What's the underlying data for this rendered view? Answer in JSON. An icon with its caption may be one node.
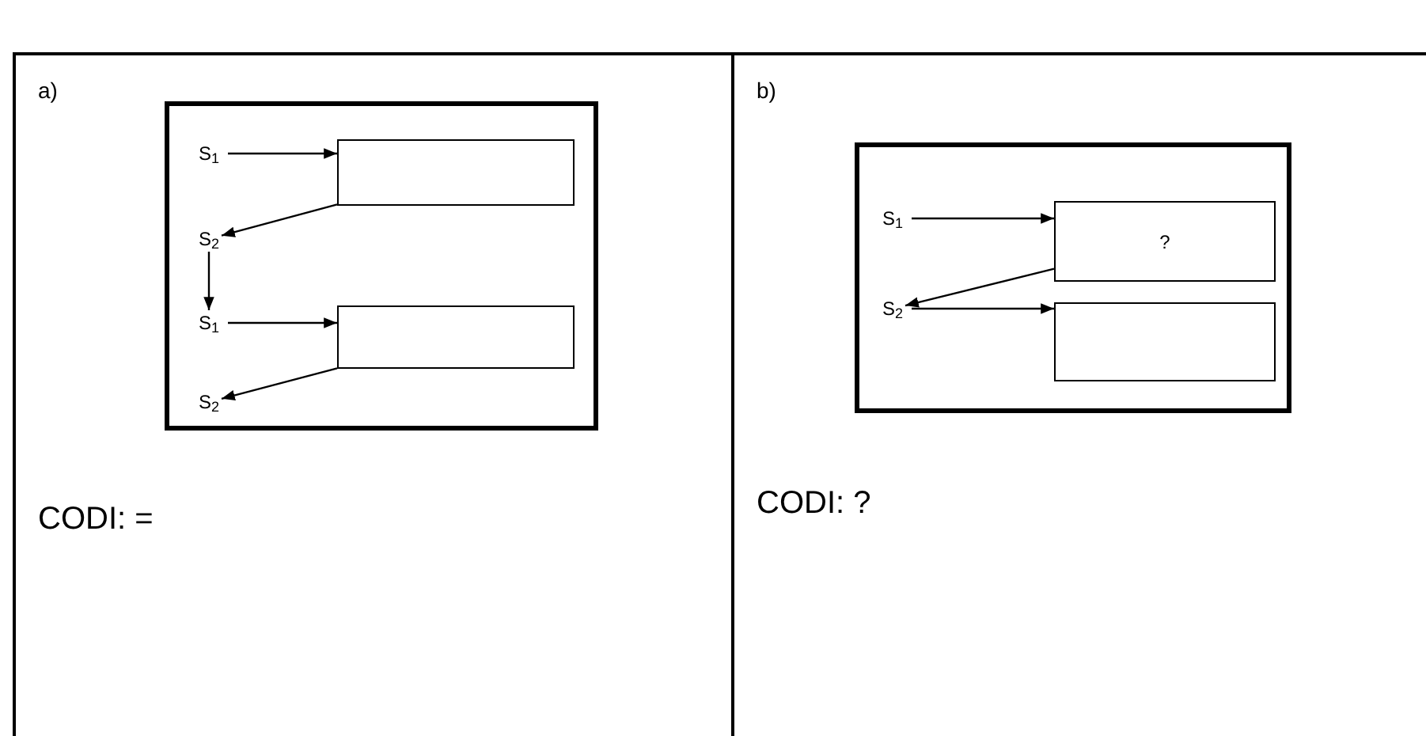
{
  "diagram": {
    "nodes": [
      {
        "text": [
          "a)",
          "CODI: ="
        ]
      },
      {
        "text": [],
        "shape": "box",
        "in": 0
      },
      {
        "text": [
          "S$_{1}$"
        ],
        "in": 1
      },
      {
        "text": [],
        "shape": "box",
        "in": 1
      },
      {
        "text": [
          "S$_{2}$"
        ],
        "in": 1
      },
      {
        "text": [
          "S$_{1}$"
        ],
        "in": 1
      },
      {
        "text": [],
        "shape": "box",
        "in": 1
      },
      {
        "text": [
          "S$_{2}$"
        ],
        "in": 1
      },
      {
        "text": [
          "b)",
          "CODI: ?"
        ]
      },
      {
        "text": [],
        "shape": "box",
        "in": 8
      },
      {
        "text": [
          "S$_{1}$"
        ],
        "in": 9
      },
      {
        "text": [
          "?"
        ],
        "in": 9
      },
      {
        "text": [
          "S$_{2}$"
        ],
        "in": 9
      },
      {
        "text": [],
        "shape": "box",
        "in": 9
      }
    ],
    "edges": [
      {
        "from": 2,
        "to": 3,
        "arrow": "to"
      },
      {
        "from": 3,
        "to": 4,
        "arrow": "to"
      },
      {
        "from": 4,
        "to": 5,
        "arrow": "to"
      },
      {
        "from": 5,
        "to": 6,
        "arrow": "to"
      },
      {
        "from": 6,
        "to": 7,
        "arrow": "to"
      },
      {
        "from": 10,
        "to": 11,
        "arrow": "to"
      },
      {
        "from": 11,
        "to": 12,
        "arrow": "to"
      },
      {
        "from": 12,
        "to": 13,
        "arrow": "to"
      }
    ]
  }
}
